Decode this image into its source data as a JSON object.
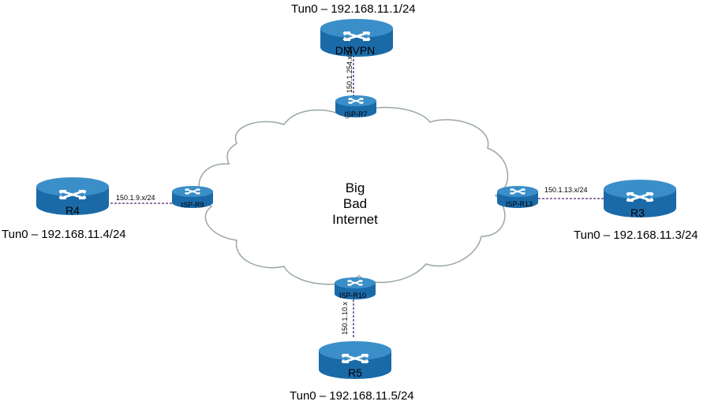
{
  "diagram": {
    "cloud": {
      "lines": [
        "Big",
        "Bad",
        "Internet"
      ],
      "stroke_color": "#9aa6a6"
    },
    "colors": {
      "router_top": "#3b8fc9",
      "router_side": "#1b6aa8",
      "router_dark": "#0f4f85",
      "link": "#7b5a9c"
    },
    "routers": {
      "dmvpn": {
        "label": "DMVPN",
        "icon": "router-icon"
      },
      "r4": {
        "label": "R4",
        "icon": "router-icon"
      },
      "r3": {
        "label": "R3",
        "icon": "router-icon"
      },
      "r5": {
        "label": "R5",
        "icon": "router-icon"
      },
      "isp_r7": {
        "label": "ISP-R7",
        "icon": "router-icon"
      },
      "isp_r9": {
        "label": "ISP-R9",
        "icon": "router-icon"
      },
      "isp_r13": {
        "label": "ISP-R13",
        "icon": "router-icon"
      },
      "isp_r10": {
        "label": "ISP-R10",
        "icon": "router-icon"
      }
    },
    "links": {
      "dmvpn_r7": "150.1.254.x/24",
      "r4_r9": "150.1.9.x/24",
      "r13_r3": "150.1.13.x/24",
      "r10_r5": "150.1.10.x"
    },
    "tunnels": {
      "dmvpn": "Tun0 – 192.168.11.1/24",
      "r4": "Tun0 – 192.168.11.4/24",
      "r3": "Tun0 – 192.168.11.3/24",
      "r5": "Tun0 – 192.168.11.5/24"
    }
  }
}
